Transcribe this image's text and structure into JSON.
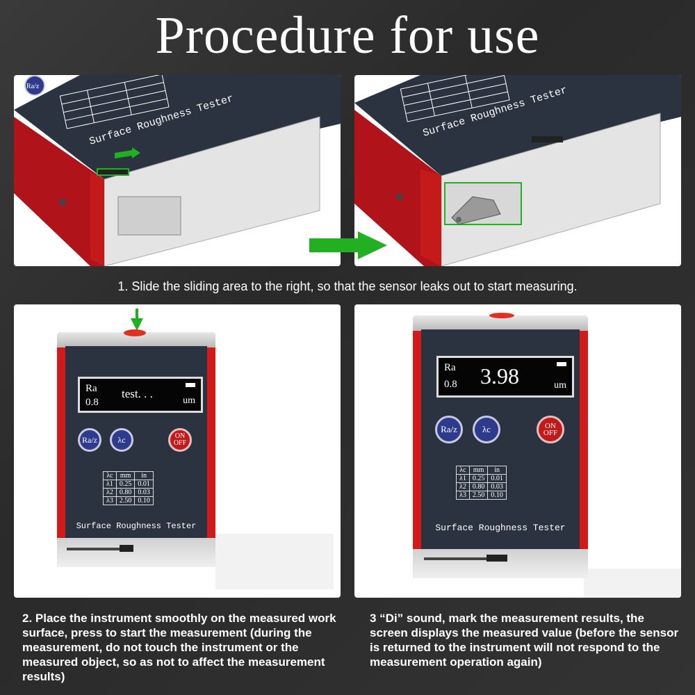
{
  "title": "Procedure for use",
  "step1": {
    "caption": "1. Slide the sliding area to the right, so that the sensor leaks out to start measuring.",
    "label": "Surface Roughness Tester",
    "button": "Ra/z"
  },
  "step2": {
    "caption": "2. Place the instrument smoothly on the measured work surface, press to start the measurement (during the measurement, do not touch the instrument or the measured object, so as not to affect the measurement results)",
    "lcd_param": "Ra",
    "lcd_value": "0.8",
    "lcd_status": "test. . .",
    "lcd_unit": "um"
  },
  "step3": {
    "caption": "3 “Di” sound, mark the measurement results, the screen displays the measured value (before the sensor is returned to the instrument will not respond to the measurement operation again)",
    "lcd_param": "Ra",
    "lcd_value": "0.8",
    "lcd_reading": "3.98",
    "lcd_unit": "um"
  },
  "device": {
    "btn_raz": "Ra/z",
    "btn_lc": "λc",
    "btn_on": "ON",
    "btn_off": "OFF",
    "label": "Surface Roughness Tester",
    "table": [
      [
        "λc",
        "mm",
        "in"
      ],
      [
        "λ1",
        "0.25",
        "0.01"
      ],
      [
        "λ2",
        "0.80",
        "0.03"
      ],
      [
        "λ3",
        "2.50",
        "0.10"
      ]
    ]
  },
  "colors": {
    "accent_green": "#22b022",
    "device_red": "#d11a1a",
    "face": "#2b3340"
  }
}
